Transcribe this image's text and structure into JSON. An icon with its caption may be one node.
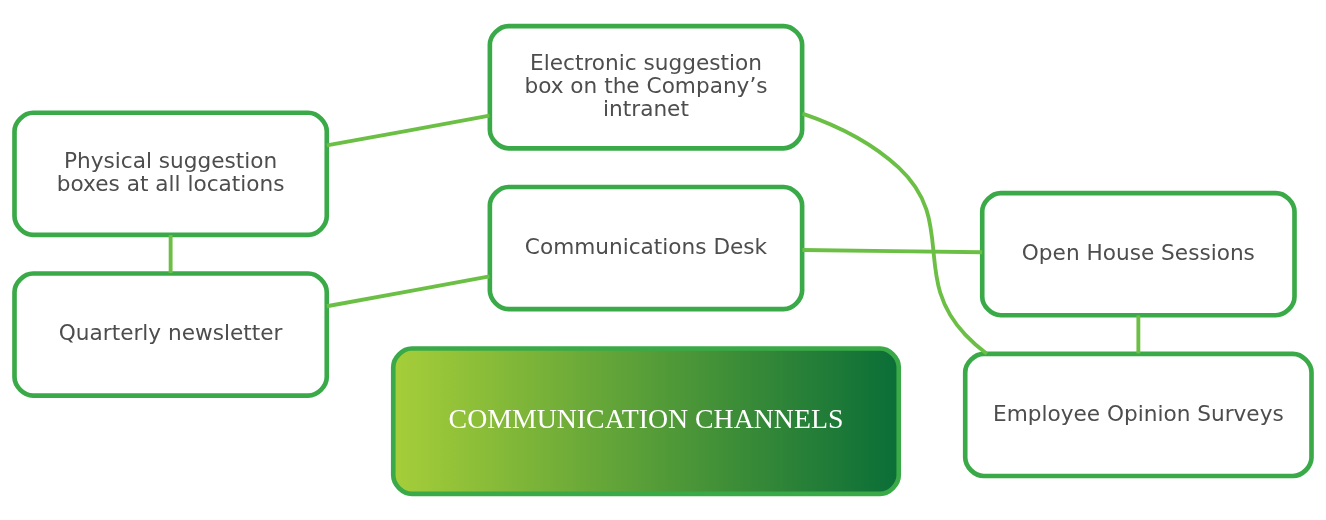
{
  "diagram": {
    "nodes": [
      {
        "text": [
          "Communications Desk"
        ]
      },
      {
        "text": [
          "Quarterly newsletter"
        ]
      },
      {
        "text": [
          "Open House Sessions"
        ]
      },
      {
        "text": [
          "COMMUNICATION CHANNELS"
        ]
      },
      {
        "text": [
          "Physical suggestion boxes at all locations"
        ]
      },
      {
        "text": [
          "Employee Opinion Surveys"
        ]
      },
      {
        "text": [
          "Electronic suggestion box on the Company’s intranet"
        ]
      }
    ],
    "edges": [
      {
        "from": 0,
        "to": 2,
        "arrow": "none"
      },
      {
        "from": 2,
        "to": 5,
        "arrow": "none"
      },
      {
        "from": 5,
        "to": 6,
        "arrow": "none"
      },
      {
        "from": 6,
        "to": 4,
        "arrow": "none"
      },
      {
        "from": 4,
        "to": 1,
        "arrow": "none"
      },
      {
        "from": 1,
        "to": 0,
        "arrow": "none"
      }
    ]
  }
}
